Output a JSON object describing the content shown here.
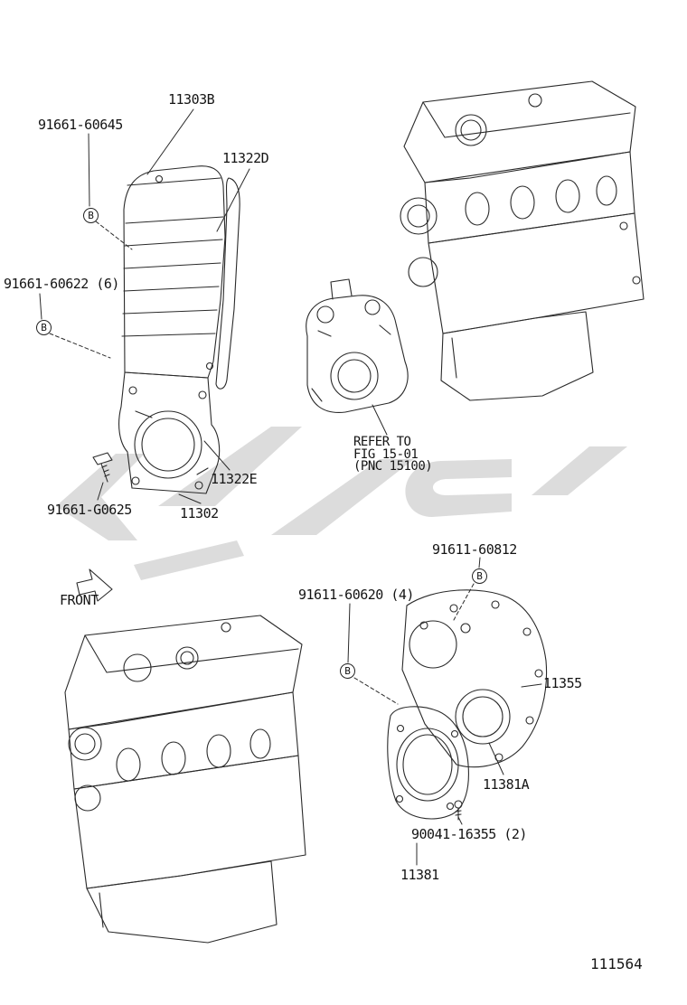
{
  "figure": {
    "code": "111564",
    "front_label": "FRONT",
    "marker_letter": "B"
  },
  "parts": {
    "p11303B": "11303B",
    "p91661_60645": "91661-60645",
    "p11322D": "11322D",
    "p91661_60622": "91661-60622 (6)",
    "p11322E": "11322E",
    "p11302": "11302",
    "p91661_G0625": "91661-G0625",
    "p91611_60812": "91611-60812",
    "p91611_60620": "91611-60620 (4)",
    "p11355": "11355",
    "p11381A": "11381A",
    "p90041_16355": "90041-16355 (2)",
    "p11381": "11381"
  },
  "reference_note": {
    "line1": "REFER TO",
    "line2": "FIG 15-01",
    "line3": "(PNC 15100)"
  }
}
